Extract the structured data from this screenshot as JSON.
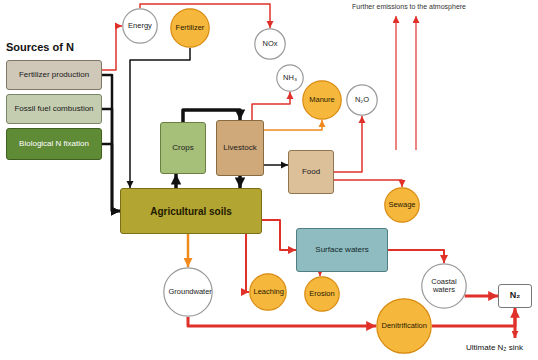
{
  "diagram": {
    "title": "Sources of N",
    "nodes": [
      {
        "text": [
          "Fertilizer production"
        ]
      },
      {
        "text": [
          "Fossil fuel combustion"
        ]
      },
      {
        "text": [
          "Biological N fixation"
        ]
      },
      {
        "text": [
          "Agricultural soils"
        ]
      },
      {
        "text": [
          "Crops"
        ]
      },
      {
        "text": [
          "Livestock"
        ]
      },
      {
        "text": [
          "Food"
        ]
      },
      {
        "text": [
          "Surface waters"
        ]
      },
      {
        "text": [
          "Energy"
        ]
      },
      {
        "text": [
          "Fertilizer"
        ]
      },
      {
        "text": [
          "NOx"
        ]
      },
      {
        "text": [
          "NH₃"
        ]
      },
      {
        "text": [
          "Manure"
        ]
      },
      {
        "text": [
          "N₂O"
        ]
      },
      {
        "text": [
          "Sewage"
        ]
      },
      {
        "text": [
          "Leaching"
        ]
      },
      {
        "text": [
          "Erosion"
        ]
      },
      {
        "text": [
          "Groundwater"
        ]
      },
      {
        "text": [
          "Coastal waters"
        ]
      },
      {
        "text": [
          "Denitrification"
        ]
      },
      {
        "text": [
          "N₂"
        ]
      }
    ],
    "edges": [
      {
        "from": 0,
        "to": 3,
        "arrow": "to"
      },
      {
        "from": 1,
        "to": 3,
        "arrow": "to"
      },
      {
        "from": 2,
        "to": 3,
        "arrow": "to"
      },
      {
        "from": 3,
        "to": 4,
        "arrow": "to"
      },
      {
        "from": 4,
        "to": 5,
        "arrow": "to"
      },
      {
        "from": 5,
        "to": 3,
        "arrow": "to"
      },
      {
        "from": 5,
        "to": 6,
        "arrow": "to"
      },
      {
        "from": 3,
        "to": 7,
        "arrow": "to"
      },
      {
        "from": 3,
        "to": 17,
        "arrow": "to"
      },
      {
        "from": 5,
        "to": 11,
        "arrow": "to"
      },
      {
        "from": 0,
        "to": 8,
        "arrow": "to"
      },
      {
        "from": 8,
        "to": 10,
        "arrow": "to"
      },
      {
        "from": 9,
        "to": 3,
        "arrow": "to"
      },
      {
        "from": 6,
        "to": 13,
        "arrow": "to"
      },
      {
        "from": 6,
        "to": 14,
        "arrow": "to"
      },
      {
        "from": 3,
        "to": 15,
        "arrow": "to"
      },
      {
        "from": 18,
        "to": 20,
        "arrow": "to"
      },
      {
        "from": 19,
        "to": 20,
        "arrow": "to"
      },
      {
        "from": 7,
        "to": 18,
        "arrow": "to"
      },
      {
        "from": 17,
        "to": 19,
        "arrow": "to"
      },
      {
        "from": 5,
        "to": 12,
        "arrow": "to"
      },
      {
        "from": 7,
        "to": 16,
        "arrow": "to"
      }
    ],
    "labels": [
      "Further emissions to the atmosphere",
      "Ultimate N₂ sink"
    ]
  }
}
